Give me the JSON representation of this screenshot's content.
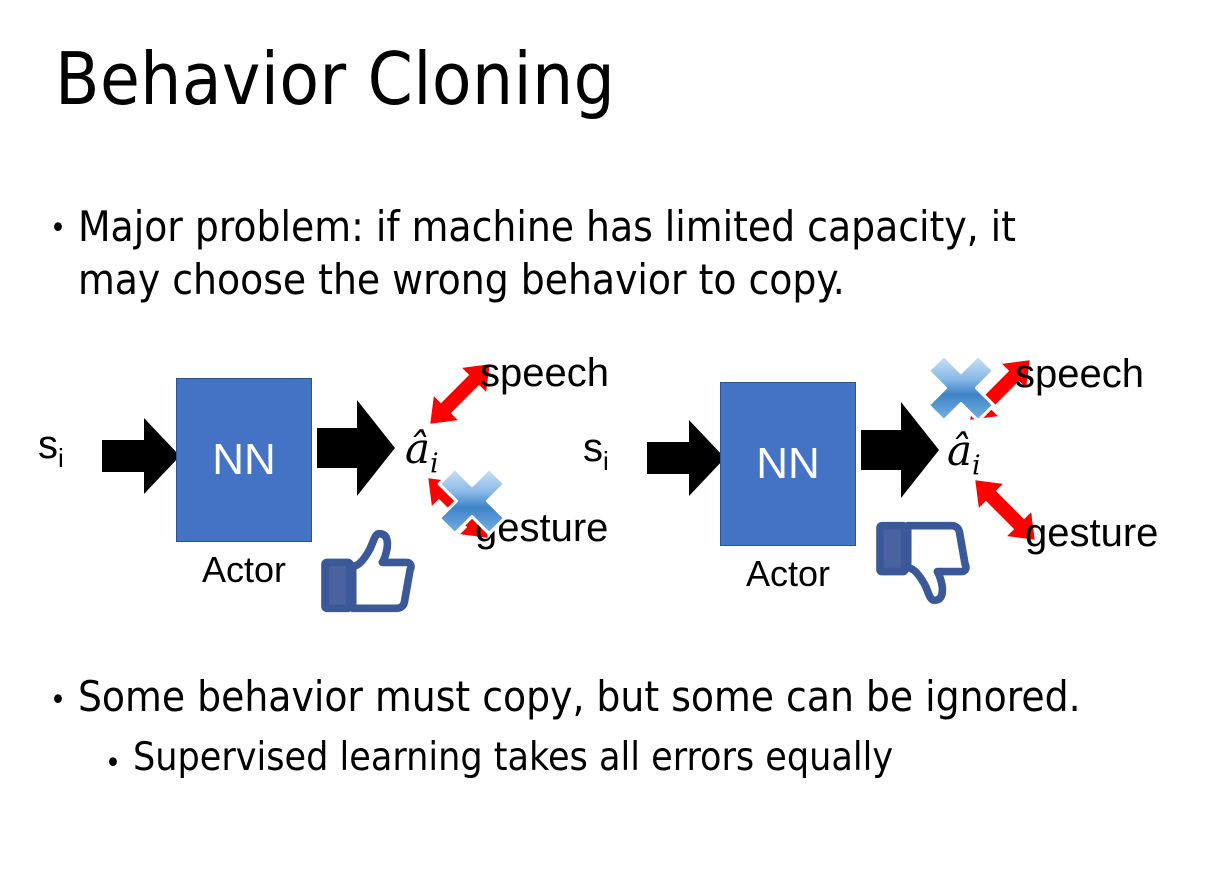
{
  "slide": {
    "title": "Behavior Cloning",
    "background_color": "#FFFFFF"
  },
  "bullets": {
    "top": {
      "marker": "•",
      "line1": "Major problem: if machine has limited capacity, it",
      "line2": "may choose the wrong behavior to copy."
    },
    "bottom_level1": {
      "marker": "•",
      "text": "Some behavior must copy, but some can be ignored."
    },
    "bottom_level2": {
      "marker": "•",
      "text": "Supervised learning takes all errors equally"
    }
  },
  "colors": {
    "nn_box_fill": "#4472C4",
    "nn_box_stroke": "#2F528F",
    "arrow_black": "#000000",
    "arrow_red": "#FF0000",
    "cross_blue_light": "#A8CBEE",
    "cross_blue_dark": "#2E6EB5",
    "thumb_navy": "#3B5998",
    "thumb_white": "#FFFFFF"
  },
  "diagrams": [
    {
      "id": "left",
      "state_label": "s",
      "state_subscript": "i",
      "nn_label": "NN",
      "actor_caption": "Actor",
      "action_label": "â",
      "action_subscript": "i",
      "branches": [
        {
          "name": "speech",
          "label": "speech",
          "direction": "up-right",
          "crossed_out": false
        },
        {
          "name": "gesture",
          "label": "gesture",
          "direction": "down-right",
          "crossed_out": true
        }
      ],
      "feedback_icon": "thumbs-up-icon",
      "feedback_verdict": "good"
    },
    {
      "id": "right",
      "state_label": "s",
      "state_subscript": "i",
      "nn_label": "NN",
      "actor_caption": "Actor",
      "action_label": "â",
      "action_subscript": "i",
      "branches": [
        {
          "name": "speech",
          "label": "speech",
          "direction": "up-right",
          "crossed_out": true
        },
        {
          "name": "gesture",
          "label": "gesture",
          "direction": "down-right",
          "crossed_out": false
        }
      ],
      "feedback_icon": "thumbs-down-icon",
      "feedback_verdict": "bad"
    }
  ]
}
